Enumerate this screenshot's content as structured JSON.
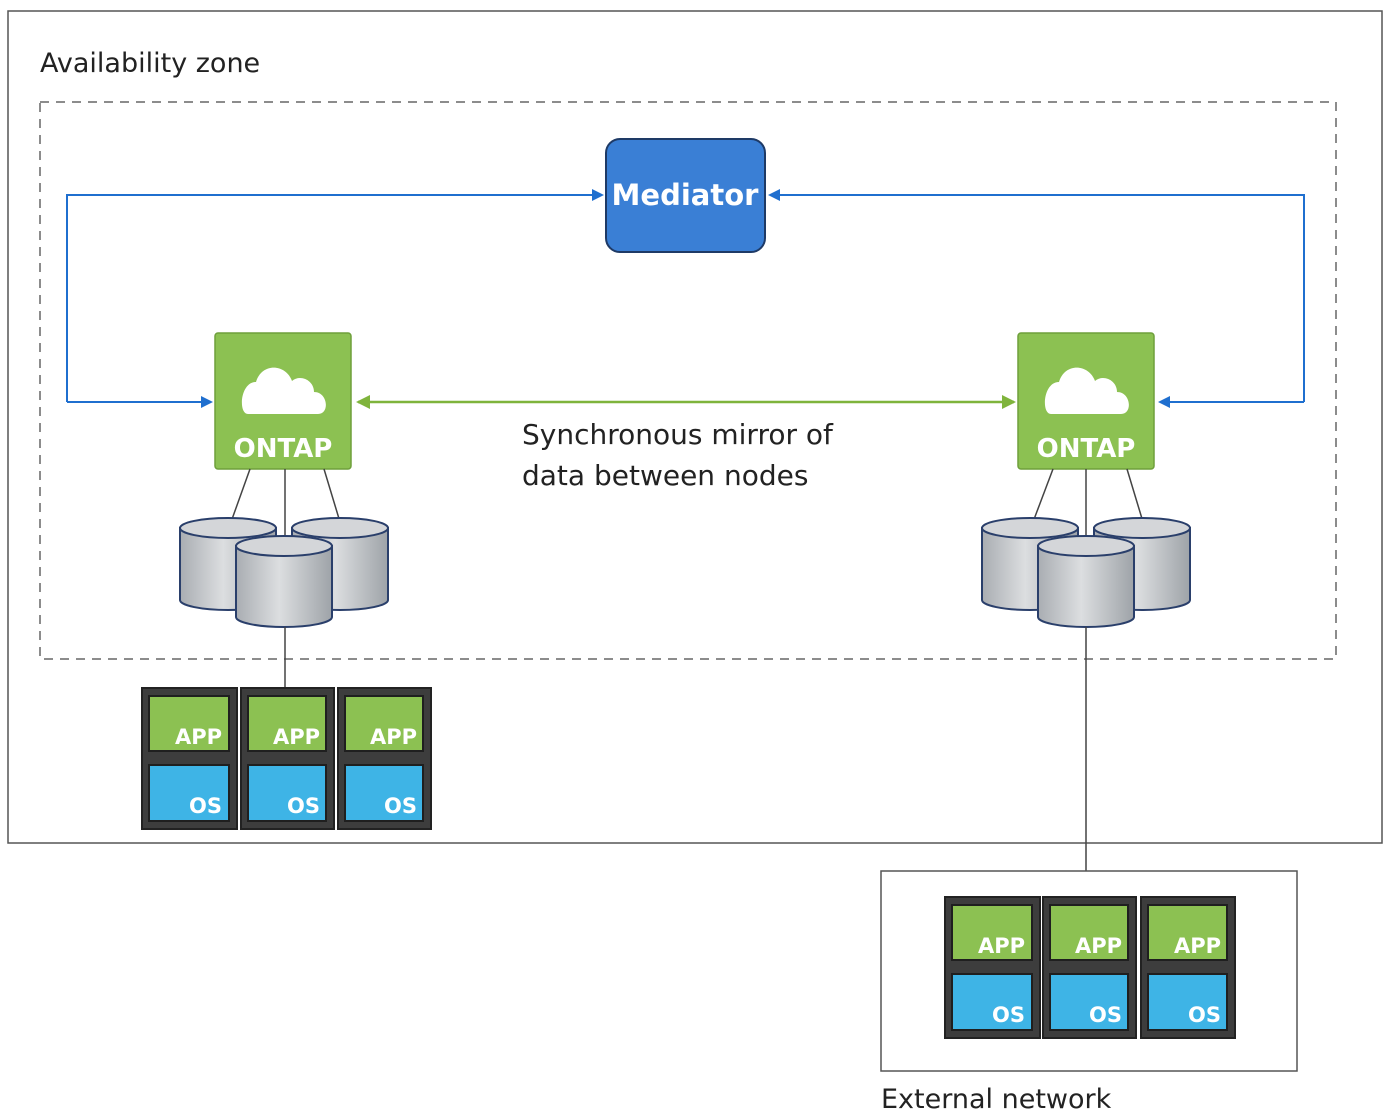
{
  "zone": {
    "title": "Availability zone"
  },
  "mediator": {
    "label": "Mediator"
  },
  "nodes": [
    {
      "label": "ONTAP"
    },
    {
      "label": "ONTAP"
    }
  ],
  "mirror": {
    "line1": "Synchronous mirror of",
    "line2": "data between nodes"
  },
  "vm_labels": {
    "app": "APP",
    "os": "OS"
  },
  "external": {
    "title": "External network"
  },
  "colors": {
    "blue_link": "#1f6fcf",
    "green_link": "#7fb43c",
    "mediator_fill": "#3a7fd5",
    "ontap_fill": "#8cc152",
    "app_fill": "#8cc152",
    "os_fill": "#3eb4e6",
    "disk_fill": "#c9ccd0"
  }
}
